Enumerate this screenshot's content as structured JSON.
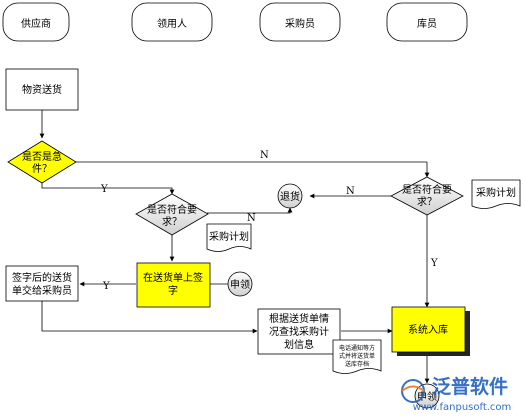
{
  "lanes": [
    "供应商",
    "领用人",
    "采购员",
    "库员"
  ],
  "nodes": {
    "supply_goods": "物资送货",
    "is_urgent": [
      "是否是急",
      "件？"
    ],
    "conform_left": [
      "是否符合要",
      "求？"
    ],
    "plan_doc_left": "采购计划",
    "return_goods": "退货",
    "conform_right": [
      "是否符合要",
      "求？"
    ],
    "plan_doc_right": "采购计划",
    "sign_on_note": [
      "在送货单上签",
      "字"
    ],
    "sign_note_to_buyer": [
      "签字后的送货",
      "单交给采购员"
    ],
    "apply": "申领",
    "check_plan": [
      "根据送货单情",
      "况查找采购计",
      "划信息"
    ],
    "notify_doc": [
      "电话通知等方",
      "式并将送货单",
      "送库存档"
    ],
    "system_in": "系统入库",
    "end": "申领"
  },
  "edge_labels": {
    "n1": "N",
    "y1": "Y",
    "n2": "N",
    "n3": "N",
    "y2": "Y",
    "y3": "Y"
  },
  "watermark": {
    "brand": "泛普软件",
    "url": "www.fanpusoft.com"
  },
  "colors": {
    "decision_yellow": "#ffff00",
    "process_yellow": "#ffff00",
    "decision_gray": "#e8e8e8",
    "stroke": "#000000",
    "brand_blue": "#2060c0",
    "brand_orange": "#e87820"
  }
}
